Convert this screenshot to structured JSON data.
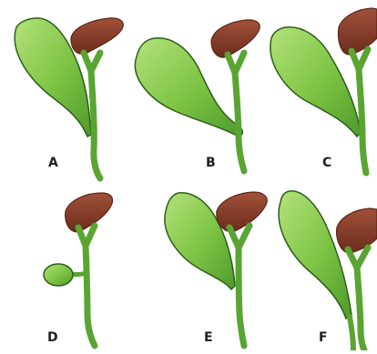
{
  "panels": [
    {
      "id": "A",
      "label": "A"
    },
    {
      "id": "B",
      "label": "B"
    },
    {
      "id": "C",
      "label": "C"
    },
    {
      "id": "D",
      "label": "D"
    },
    {
      "id": "E",
      "label": "E"
    },
    {
      "id": "F",
      "label": "F"
    }
  ],
  "colors": {
    "gallbladder": "#7cc343",
    "gallbladder_highlight": "#b4e27a",
    "duct": "#5aa532",
    "outline": "#2d5e1a",
    "liver": "#8a3f2a",
    "liver_dark": "#5e2517",
    "label": "#1f1f1f"
  }
}
